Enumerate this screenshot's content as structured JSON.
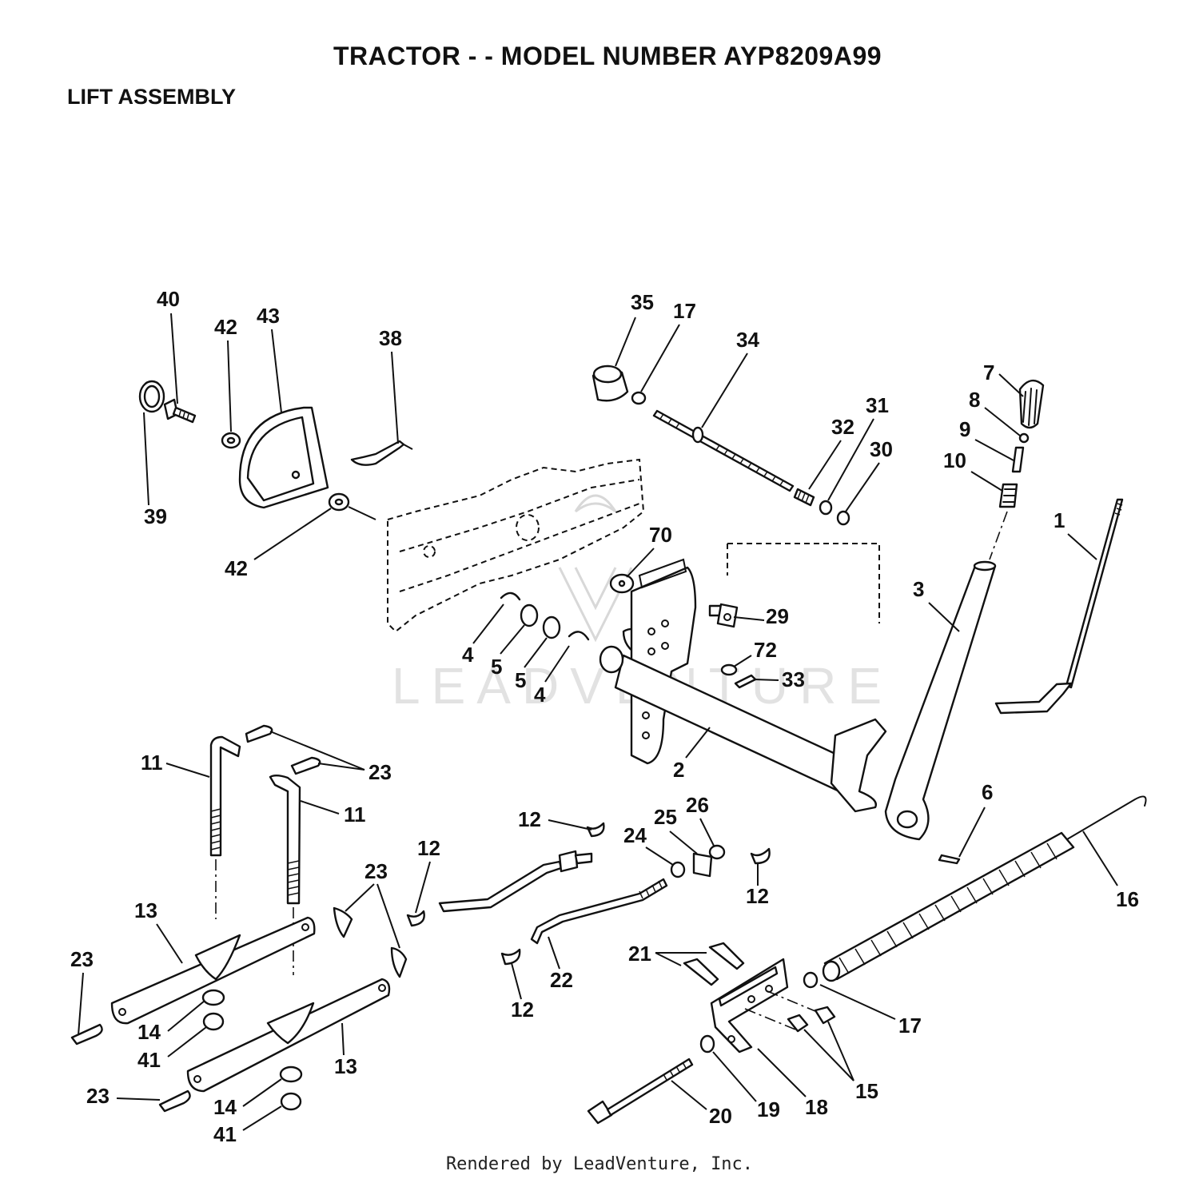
{
  "header": {
    "title": "TRACTOR - - MODEL NUMBER AYP8209A99",
    "subtitle": "LIFT ASSEMBLY"
  },
  "watermark": {
    "text": "LEADVENTURE"
  },
  "footer": {
    "text": "Rendered by LeadVenture, Inc."
  },
  "callouts": {
    "c40": "40",
    "c42a": "42",
    "c43": "43",
    "c38": "38",
    "c39": "39",
    "c42b": "42",
    "c35": "35",
    "c17a": "17",
    "c34": "34",
    "c32": "32",
    "c31": "31",
    "c30": "30",
    "c7": "7",
    "c8": "8",
    "c9": "9",
    "c10": "10",
    "c1": "1",
    "c3": "3",
    "c70": "70",
    "c29": "29",
    "c72": "72",
    "c33": "33",
    "c4a": "4",
    "c5a": "5",
    "c5b": "5",
    "c4b": "4",
    "c2": "2",
    "c6": "6",
    "c11a": "11",
    "c23a": "23",
    "c11b": "11",
    "c12a": "12",
    "c12b": "12",
    "c12c": "12",
    "c12d": "12",
    "c24": "24",
    "c25": "25",
    "c26": "26",
    "c16": "16",
    "c23b": "23",
    "c13a": "13",
    "c23c": "23",
    "c14a": "14",
    "c41a": "41",
    "c13b": "13",
    "c23d": "23",
    "c14b": "14",
    "c41b": "41",
    "c22": "22",
    "c21": "21",
    "c17b": "17",
    "c15": "15",
    "c20": "20",
    "c19": "19",
    "c18": "18"
  }
}
